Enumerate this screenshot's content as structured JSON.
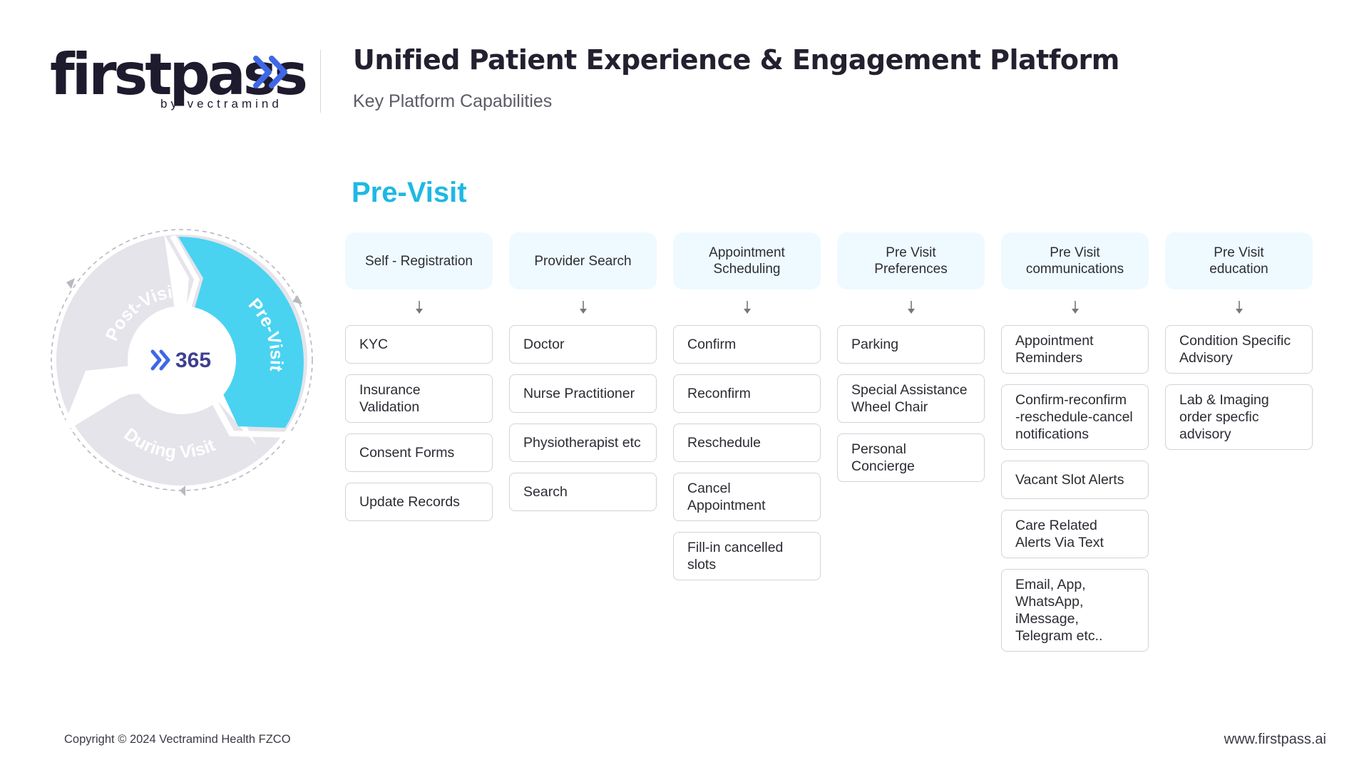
{
  "logo": {
    "word": "firstpass",
    "tagline": "by vectramind"
  },
  "header": {
    "title": "Unified Patient Experience & Engagement Platform",
    "subtitle": "Key Platform Capabilities"
  },
  "cycle": {
    "center_label": "365",
    "segments": [
      {
        "label": "Pre-Visit",
        "active": true
      },
      {
        "label": "During Visit",
        "active": false
      },
      {
        "label": "Post-Visit",
        "active": false
      }
    ],
    "colors": {
      "active": "#49d3f1",
      "inactive": "#e4e4ea",
      "center_chevron": "#3f67e6",
      "center_text": "#3f3f8f"
    }
  },
  "section": {
    "title": "Pre-Visit",
    "columns": [
      {
        "header": "Self - Registration",
        "items": [
          "KYC",
          "Insurance\nValidation",
          "Consent Forms",
          "Update Records"
        ]
      },
      {
        "header": "Provider Search",
        "items": [
          "Doctor",
          "Nurse Practitioner",
          "Physiotherapist etc",
          "Search"
        ]
      },
      {
        "header": "Appointment\nScheduling",
        "items": [
          "Confirm",
          "Reconfirm",
          "Reschedule",
          "Cancel\nAppointment",
          "Fill-in cancelled\nslots"
        ]
      },
      {
        "header": "Pre Visit\nPreferences",
        "items": [
          "Parking",
          "Special Assistance\nWheel Chair",
          "Personal\nConcierge"
        ]
      },
      {
        "header": "Pre Visit\ncommunications",
        "items": [
          "Appointment\nReminders",
          "Confirm-reconfirm\n-reschedule-cancel\nnotifications",
          "Vacant Slot Alerts",
          "Care Related\nAlerts Via Text",
          "Email, App,\nWhatsApp,\niMessage,\nTelegram etc.."
        ]
      },
      {
        "header": "Pre Visit\neducation",
        "items": [
          "Condition Specific\nAdvisory",
          "Lab & Imaging\norder specfic\nadvisory"
        ]
      }
    ]
  },
  "footer": {
    "copyright": "Copyright © 2024 Vectramind Health FZCO",
    "website": "www.firstpass.ai"
  },
  "colors": {
    "accent": "#1fb8e3",
    "column_header_bg": "#eefaff",
    "logo_chevron": "#3f67e6"
  }
}
